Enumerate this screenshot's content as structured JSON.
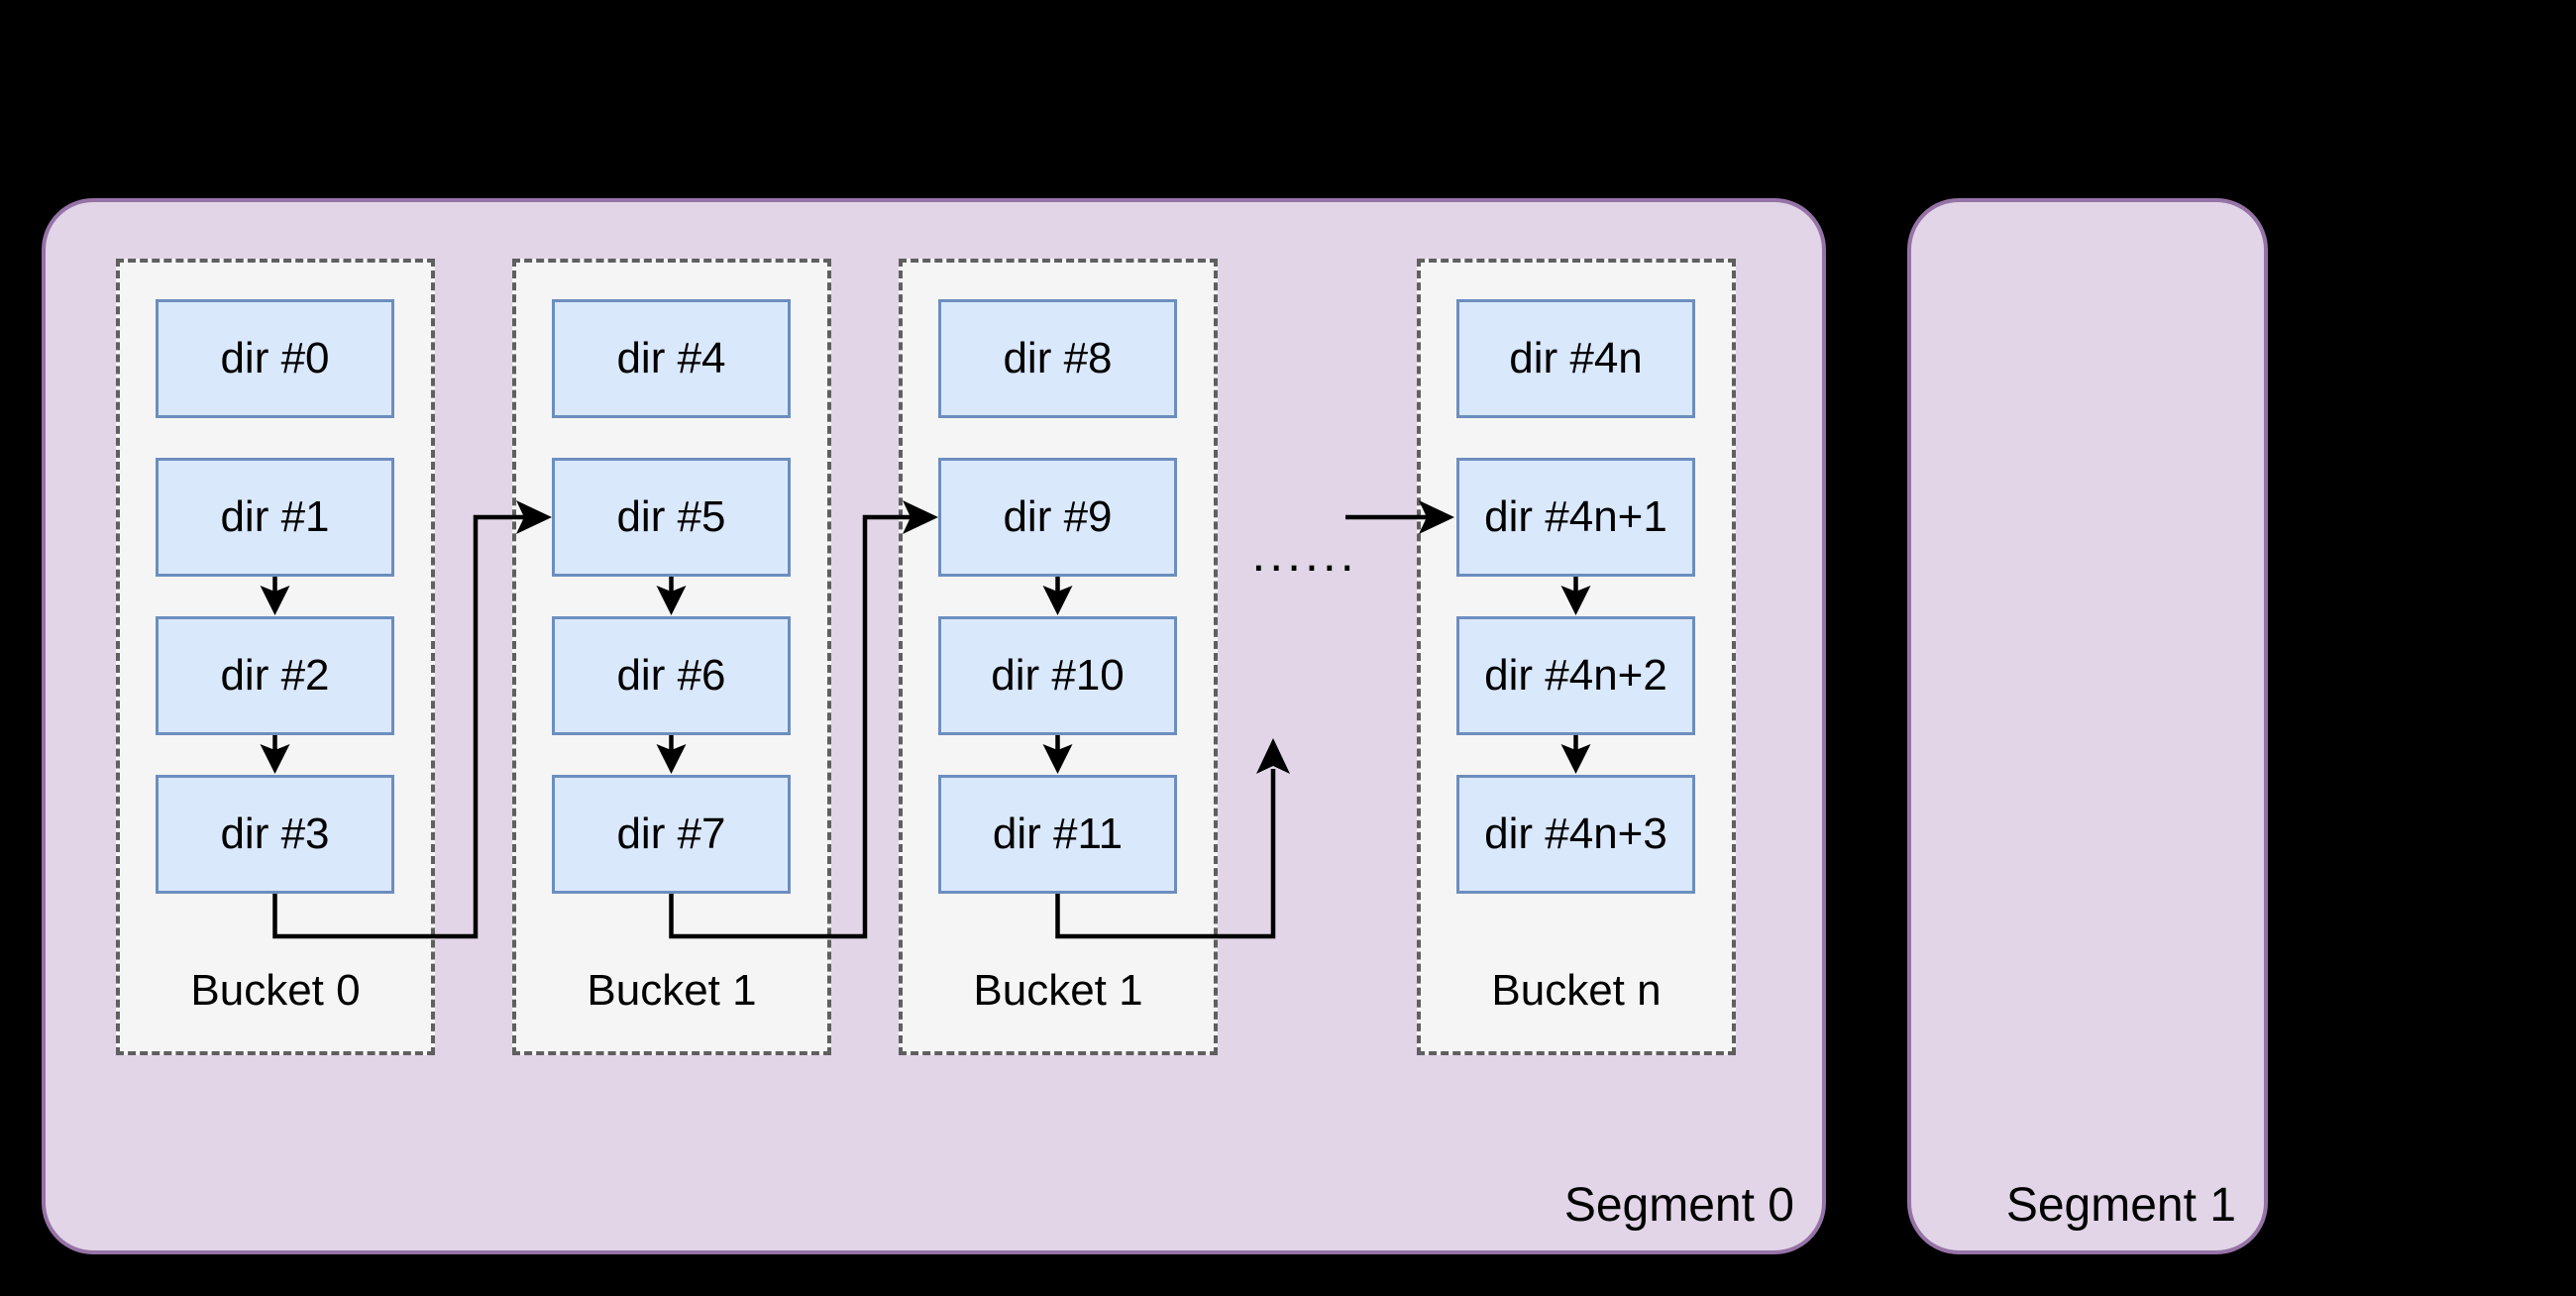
{
  "segments": [
    {
      "label": "Segment 0"
    },
    {
      "label": "Segment 1"
    }
  ],
  "buckets": [
    {
      "label": "Bucket 0",
      "dirs": [
        "dir #0",
        "dir #1",
        "dir #2",
        "dir #3"
      ]
    },
    {
      "label": "Bucket 1",
      "dirs": [
        "dir #4",
        "dir #5",
        "dir #6",
        "dir #7"
      ]
    },
    {
      "label": "Bucket 1",
      "dirs": [
        "dir #8",
        "dir #9",
        "dir #10",
        "dir #11"
      ]
    },
    {
      "label": "Bucket n",
      "dirs": [
        "dir #4n",
        "dir #4n+1",
        "dir #4n+2",
        "dir #4n+3"
      ]
    }
  ],
  "ellipsis": "......",
  "colors": {
    "background": "#000000",
    "segment_fill": "#e1d5e7",
    "segment_stroke": "#9673a6",
    "bucket_fill": "#f5f5f5",
    "bucket_stroke": "#5f5f5f",
    "dir_fill": "#dae8fc",
    "dir_stroke": "#6c8ebf",
    "arrow": "#000000",
    "text": "#000000"
  }
}
